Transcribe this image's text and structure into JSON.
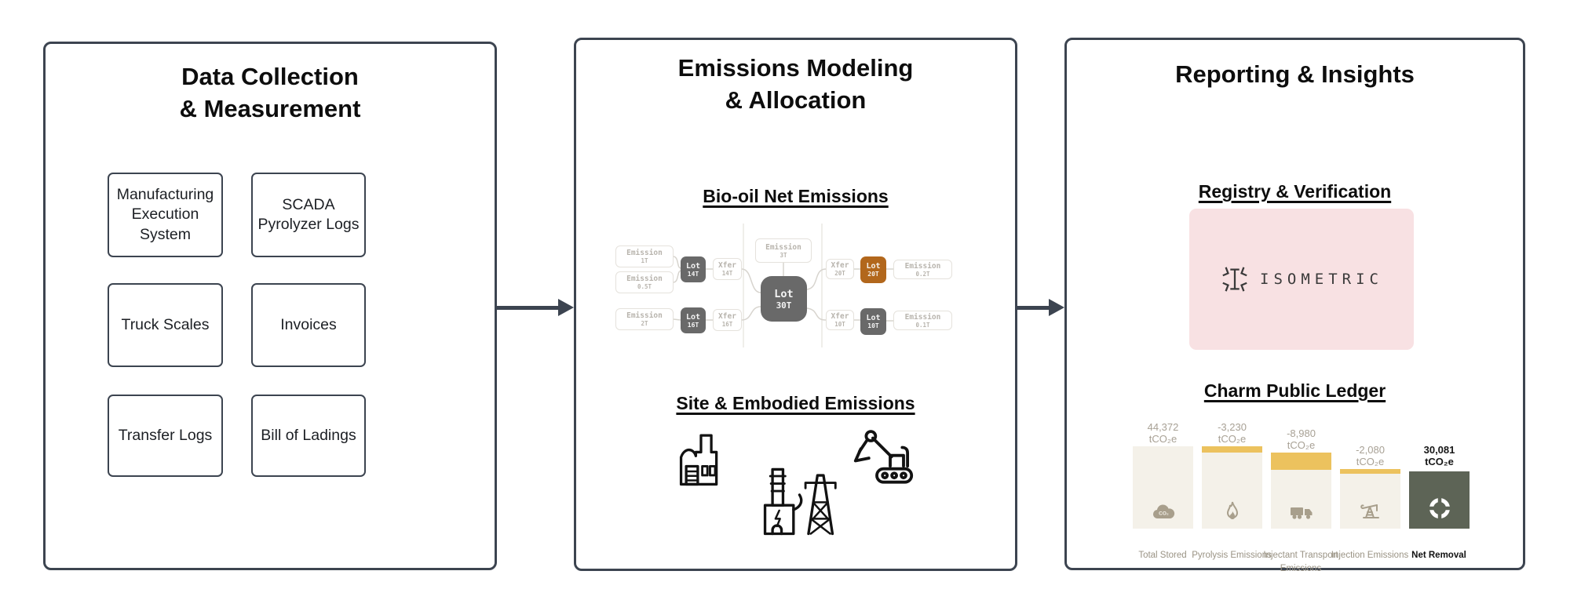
{
  "panel1": {
    "title": [
      "Data Collection",
      "& Measurement"
    ],
    "boxes": [
      "Manufacturing Execution System",
      "SCADA Pyrolyzer Logs",
      "Truck Scales",
      "Invoices",
      "Transfer Logs",
      "Bill of Ladings"
    ]
  },
  "panel2": {
    "title": [
      "Emissions Modeling",
      "& Allocation"
    ],
    "section1_heading": "Bio-oil Net Emissions",
    "section2_heading": "Site & Embodied Emissions",
    "mindmap": {
      "nodes": [
        {
          "label": "Emission",
          "value": "1T",
          "type": "light"
        },
        {
          "label": "Emission",
          "value": "0.5T",
          "type": "light"
        },
        {
          "label": "Lot",
          "value": "14T",
          "type": "dark"
        },
        {
          "label": "Xfer",
          "value": "14T",
          "type": "light"
        },
        {
          "label": "Emission",
          "value": "2T",
          "type": "light"
        },
        {
          "label": "Lot",
          "value": "16T",
          "type": "dark"
        },
        {
          "label": "Xfer",
          "value": "16T",
          "type": "light"
        },
        {
          "label": "Emission",
          "value": "3T",
          "type": "light"
        },
        {
          "label": "Lot",
          "value": "30T",
          "type": "dark-large"
        },
        {
          "label": "Xfer",
          "value": "20T",
          "type": "light"
        },
        {
          "label": "Lot",
          "value": "20T",
          "type": "orange"
        },
        {
          "label": "Emission",
          "value": "0.2T",
          "type": "light"
        },
        {
          "label": "Xfer",
          "value": "10T",
          "type": "light"
        },
        {
          "label": "Lot",
          "value": "10T",
          "type": "dark"
        },
        {
          "label": "Emission",
          "value": "0.1T",
          "type": "light"
        }
      ]
    },
    "site_icons": [
      "factory-icon",
      "power-plant-icon",
      "excavator-icon"
    ]
  },
  "panel3": {
    "title": "Reporting & Insights",
    "section1_heading": "Registry & Verification",
    "registry_wordmark": "ISOMETRIC",
    "registry_logo_icon": "isometric-mark-icon",
    "section2_heading": "Charm Public Ledger"
  },
  "chart_data": {
    "type": "bar",
    "subtype": "waterfall",
    "title": "Charm Public Ledger",
    "unit": "tCO₂e",
    "categories": [
      "Total Stored",
      "Pyrolysis Emissions",
      "Injectant Transport Emissions",
      "Injection Emissions",
      "Net Removal"
    ],
    "values": [
      44372,
      -3230,
      -8980,
      -2080,
      30081
    ],
    "bars": [
      {
        "name": "Total Stored",
        "value_label": "44,372",
        "unit": "tCO₂e",
        "value": 44372,
        "icon": "co2-cloud-icon",
        "style": "stored"
      },
      {
        "name": "Pyrolysis Emissions",
        "value_label": "-3,230",
        "unit": "tCO₂e",
        "value": -3230,
        "icon": "flame-icon",
        "style": "deduction"
      },
      {
        "name": "Injectant Transport Emissions",
        "value_label": "-8,980",
        "unit": "tCO₂e",
        "value": -8980,
        "icon": "truck-icon",
        "style": "deduction"
      },
      {
        "name": "Injection Emissions",
        "value_label": "-2,080",
        "unit": "tCO₂e",
        "value": -2080,
        "icon": "pumpjack-icon",
        "style": "deduction"
      },
      {
        "name": "Net Removal",
        "value_label": "30,081",
        "unit": "tCO₂e",
        "value": 30081,
        "icon": "sphere-icon",
        "style": "net"
      }
    ],
    "colors": {
      "bar_background": "#f4f1e9",
      "deduction_cap": "#ecc25e",
      "net_bar": "#5d6456",
      "bar_icon": "#a89f8c"
    }
  },
  "colors": {
    "panel_border": "#3c4450",
    "flow_arrow": "#3c4450",
    "mindmap_dark_node": "#696969",
    "mindmap_orange_node": "#b2671c",
    "registry_background": "#f8e1e3",
    "bar_background": "#f4f1e9",
    "deduction_cap": "#ecc25e",
    "net_bar": "#5d6456"
  }
}
